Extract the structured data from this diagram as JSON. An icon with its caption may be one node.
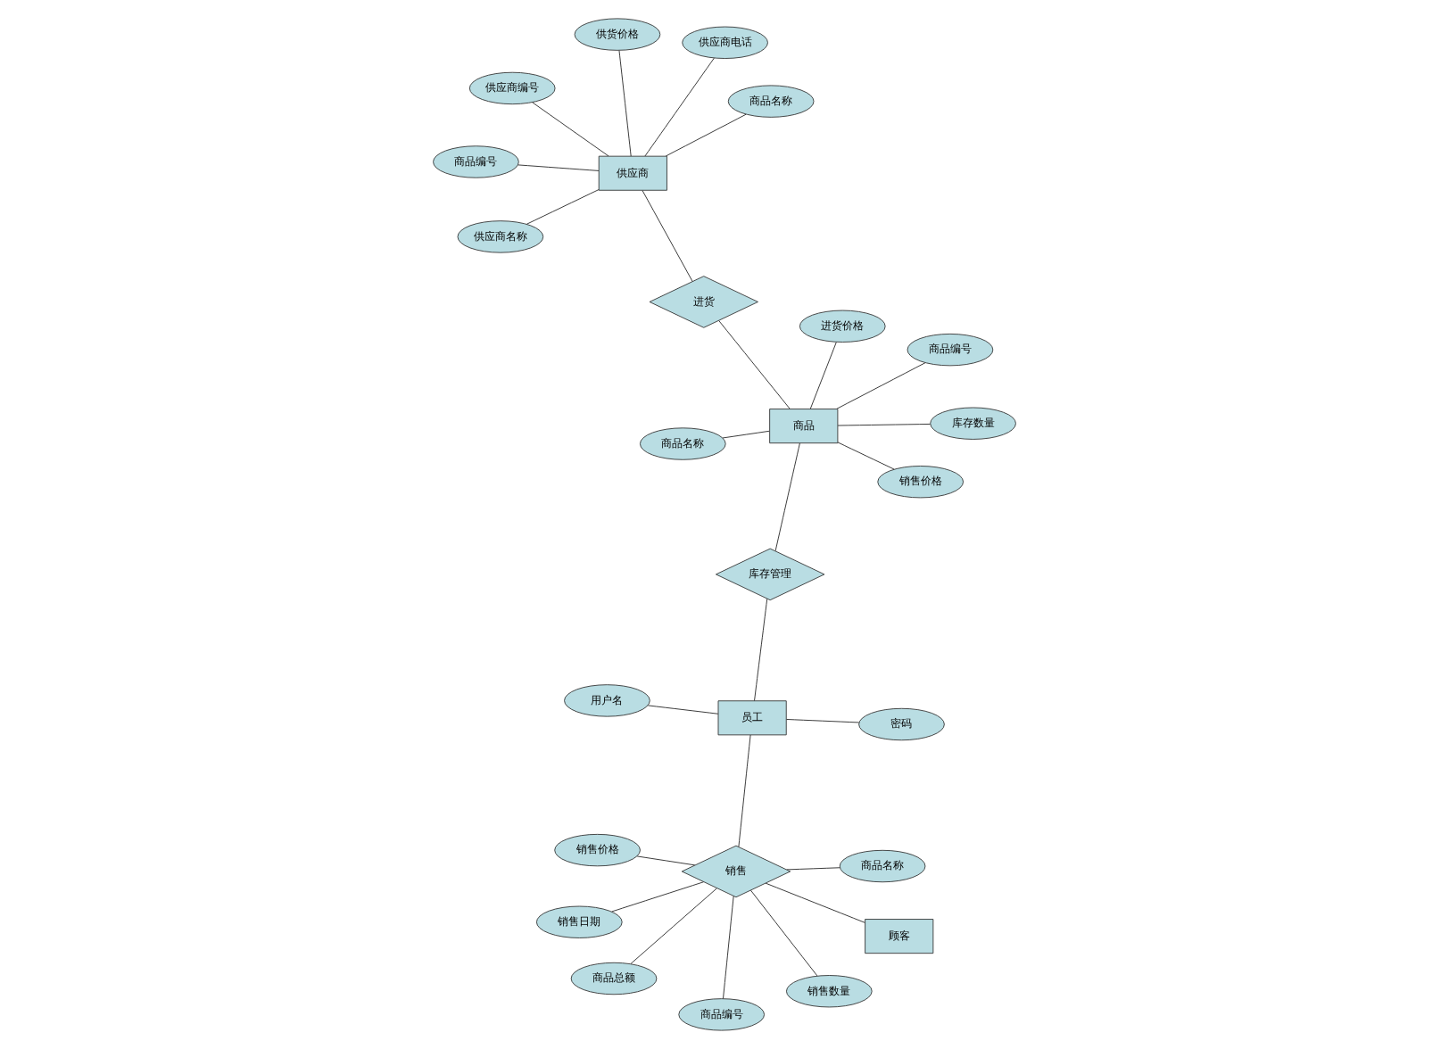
{
  "diagram": {
    "nodes": [
      {
        "text": [
          "用户名"
        ]
      },
      {
        "text": [
          "密码"
        ]
      },
      {
        "text": [
          "商品总额"
        ]
      },
      {
        "text": [
          "销售价格"
        ]
      },
      {
        "text": [
          "商品名称"
        ]
      },
      {
        "text": [
          "员工"
        ]
      },
      {
        "text": [
          "销售"
        ]
      },
      {
        "text": [
          "顾客"
        ]
      },
      {
        "text": [
          "销售日期"
        ]
      },
      {
        "text": [
          "销售数量"
        ]
      },
      {
        "text": [
          "商品编号"
        ]
      },
      {
        "text": [
          "库存管理"
        ]
      },
      {
        "text": [
          "销售价格"
        ]
      },
      {
        "text": [
          "库存数量"
        ]
      },
      {
        "text": [
          "供货价格"
        ]
      },
      {
        "text": [
          "商品名称"
        ]
      },
      {
        "text": [
          "商品"
        ]
      },
      {
        "text": [
          "进货"
        ]
      },
      {
        "text": [
          "供应商"
        ]
      },
      {
        "text": [
          "商品编号"
        ]
      },
      {
        "text": [
          "进货价格"
        ]
      },
      {
        "text": [
          "商品名称"
        ]
      },
      {
        "text": [
          "供应商电话"
        ]
      },
      {
        "text": [
          "商品编号"
        ]
      },
      {
        "text": [
          "供应商编号"
        ]
      },
      {
        "text": [
          "供应商名称"
        ]
      }
    ],
    "edges": [
      {
        "from": 0,
        "to": 5,
        "arrow": "none"
      },
      {
        "from": 1,
        "to": 5,
        "arrow": "none"
      },
      {
        "from": 2,
        "to": 6,
        "arrow": "none"
      },
      {
        "from": 3,
        "to": 6,
        "arrow": "none"
      },
      {
        "from": 4,
        "to": 6,
        "arrow": "none"
      },
      {
        "from": 5,
        "to": 6,
        "arrow": "none"
      },
      {
        "from": 6,
        "to": 7,
        "arrow": "none"
      },
      {
        "from": 6,
        "to": 8,
        "arrow": "none"
      },
      {
        "from": 6,
        "to": 9,
        "arrow": "none"
      },
      {
        "from": 6,
        "to": 10,
        "arrow": "none"
      },
      {
        "from": 5,
        "to": 11,
        "arrow": "none"
      },
      {
        "from": 11,
        "to": 16,
        "arrow": "none"
      },
      {
        "from": 12,
        "to": 16,
        "arrow": "none"
      },
      {
        "from": 13,
        "to": 16,
        "arrow": "none"
      },
      {
        "from": 14,
        "to": 18,
        "arrow": "none"
      },
      {
        "from": 15,
        "to": 18,
        "arrow": "none"
      },
      {
        "from": 16,
        "to": 17,
        "arrow": "none"
      },
      {
        "from": 17,
        "to": 18,
        "arrow": "none"
      },
      {
        "from": 18,
        "to": 19,
        "arrow": "none"
      },
      {
        "from": 16,
        "to": 20,
        "arrow": "none"
      },
      {
        "from": 16,
        "to": 21,
        "arrow": "none"
      },
      {
        "from": 16,
        "to": 23,
        "arrow": "none"
      },
      {
        "from": 18,
        "to": 22,
        "arrow": "none"
      },
      {
        "from": 18,
        "to": 24,
        "arrow": "none"
      },
      {
        "from": 18,
        "to": 25,
        "arrow": "none"
      }
    ]
  }
}
